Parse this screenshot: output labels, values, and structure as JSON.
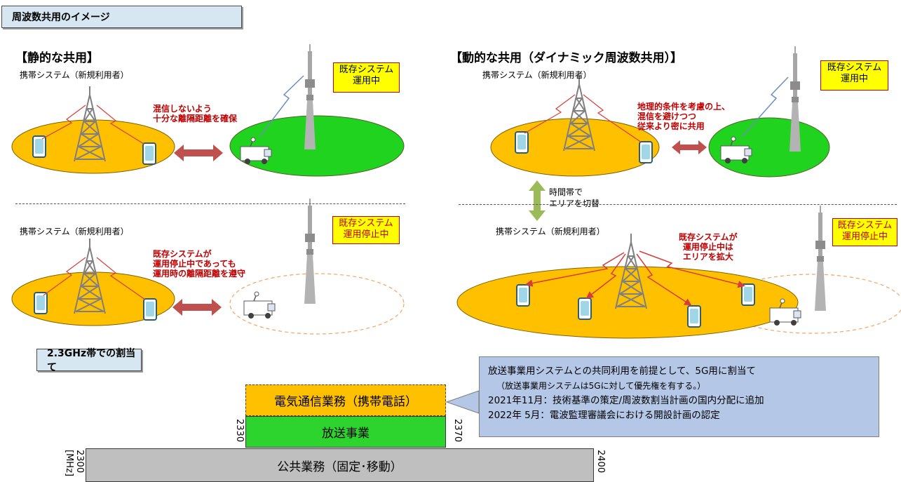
{
  "header": {
    "title": "周波数共用のイメージ"
  },
  "static_sharing": {
    "title": "【静的な共用】",
    "top_system_label": "携帯システム（新規利用者）",
    "top_note": [
      "混信しないよう",
      "十分な離隔距離を確保"
    ],
    "existing_active": [
      "既存システム",
      "運用中"
    ],
    "bottom_system_label": "携帯システム（新規利用者）",
    "bottom_note": [
      "既存システムが",
      "運用停止中であっても",
      "運用時の離隔距離を遵守"
    ],
    "existing_stopped": [
      "既存システム",
      "運用停止中"
    ]
  },
  "dynamic_sharing": {
    "title": "【動的な共用（ダイナミック周波数共用）】",
    "top_system_label": "携帯システム（新規利用者）",
    "top_note": [
      "地理的条件を考慮の上、",
      "混信を避けつつ",
      "従来より密に共用"
    ],
    "existing_active": [
      "既存システム",
      "運用中"
    ],
    "switch_note": [
      "時間帯で",
      "エリアを切替"
    ],
    "bottom_system_label": "携帯システム（新規利用者）",
    "bottom_note": [
      "既存システムが",
      "運用停止中は",
      "エリアを拡大"
    ],
    "existing_stopped": [
      "既存システム",
      "運用停止中"
    ]
  },
  "allocation": {
    "title": "2.3GHz帯での割当て",
    "bands": {
      "telecom": "電気通信業務（携帯電話）",
      "broadcast": "放送事業",
      "public": "公共業務（固定･移動）"
    },
    "freq_labels": {
      "f2300": "2300",
      "f2330": "2330",
      "f2370": "2370",
      "f2400": "2400",
      "unit": "[MHz]"
    },
    "callout": {
      "line1": "放送事業用システムとの共同利用を前提として、5G用に割当て",
      "line2": "（放送事業用システムは5Gに対して優先権を有する。）",
      "line3": "2021年11月：技術基準の策定/周波数割当計画の国内分配に追加",
      "line4": "2022年 5月：電波監理審議会における開設計画の認定"
    }
  },
  "colors": {
    "mobile_area": "#ffc000",
    "existing_area": "#1fd31f",
    "header_bg": "#d6e7f1",
    "callout_bg": "#b4c7e7",
    "note_red": "#c00000",
    "arrow_red": "#c0504d",
    "arrow_green": "#9bbb59",
    "band_telecom": "#ffc000",
    "band_broadcast": "#2ed42e",
    "band_public": "#bfbfbf"
  }
}
